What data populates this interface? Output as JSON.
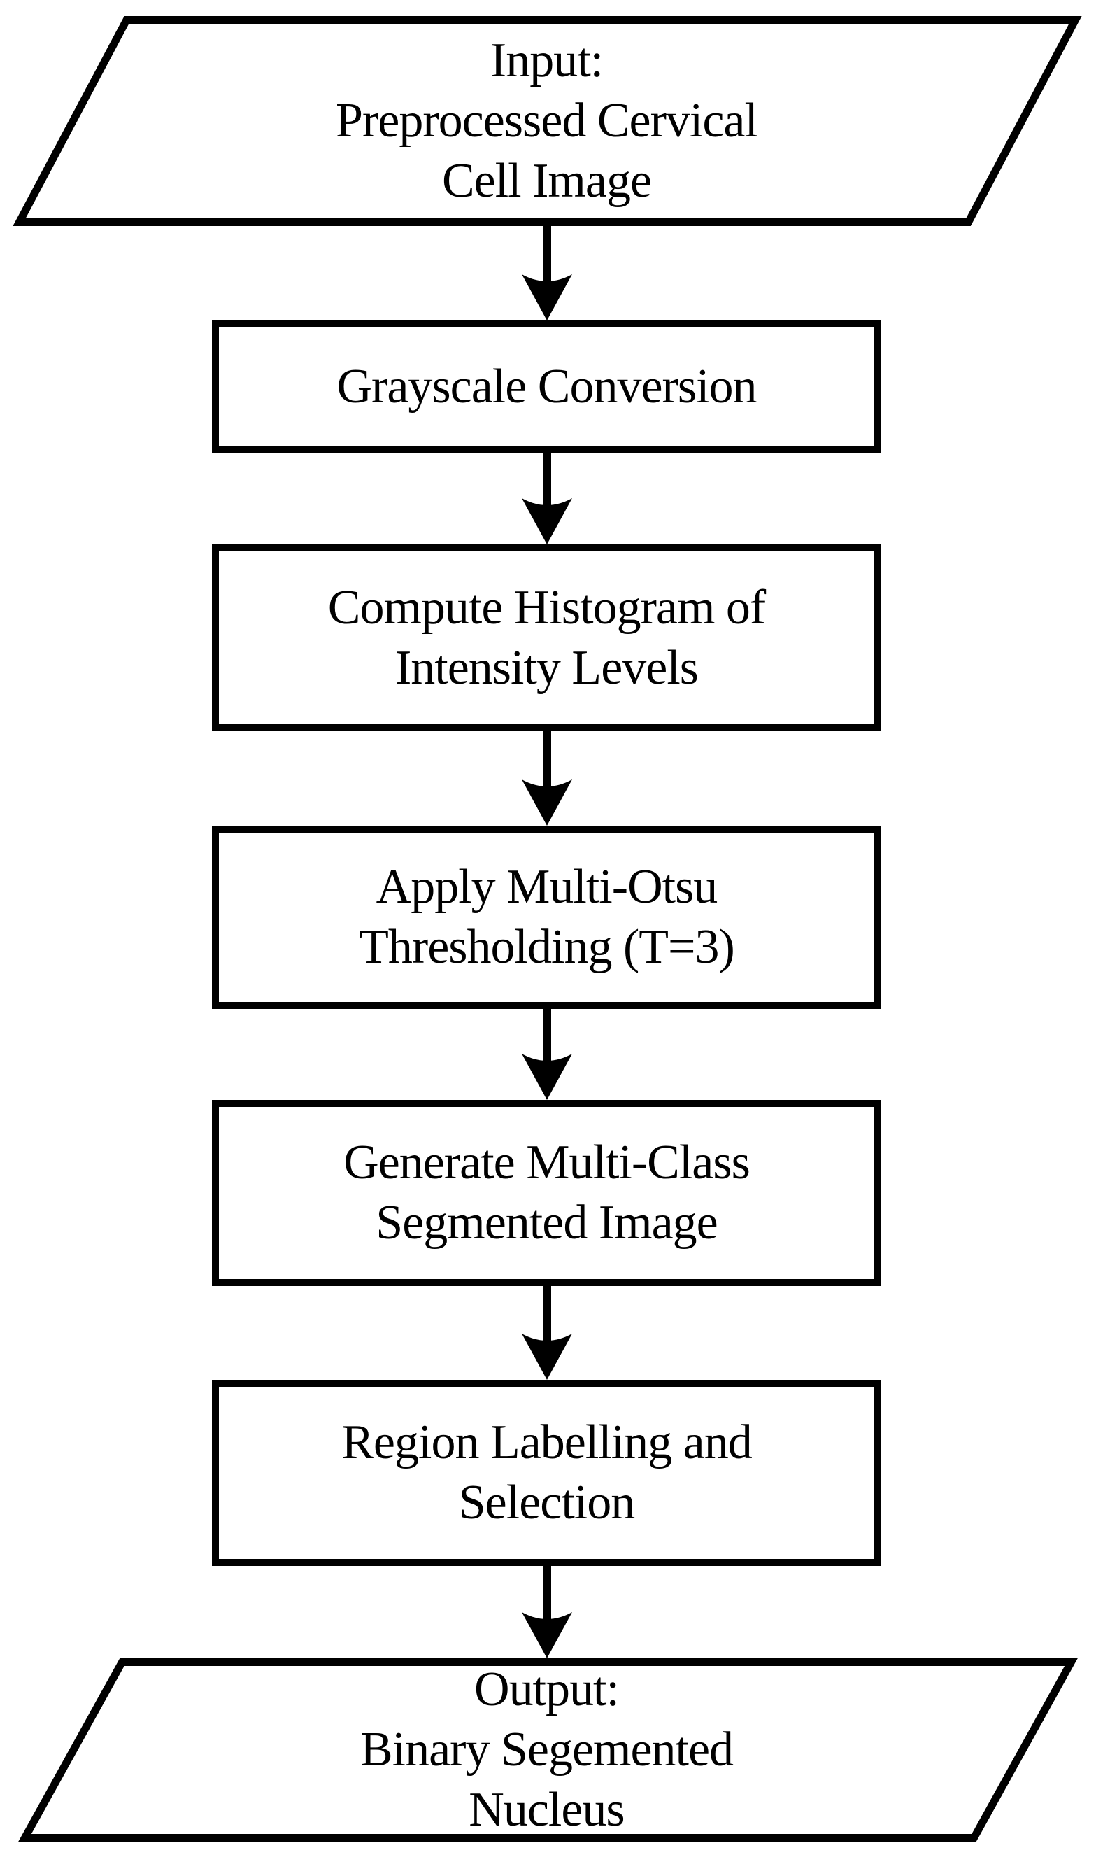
{
  "page": {
    "background_color": "#ffffff"
  },
  "diagram": {
    "type": "flowchart",
    "direction": "top-down",
    "colors": {
      "shape_fill": "#ffffff",
      "shape_stroke": "#000000",
      "arrow": "#000000",
      "text": "#000000"
    },
    "nodes": [
      {
        "id": "input",
        "shape": "parallelogram",
        "role": "input",
        "lines": [
          "Input:",
          "Preprocessed Cervical",
          "Cell Image"
        ]
      },
      {
        "id": "grayscale",
        "shape": "rectangle",
        "role": "process",
        "lines": [
          "Grayscale Conversion"
        ]
      },
      {
        "id": "histogram",
        "shape": "rectangle",
        "role": "process",
        "lines": [
          "Compute Histogram of",
          "Intensity Levels"
        ]
      },
      {
        "id": "multiotsu",
        "shape": "rectangle",
        "role": "process",
        "lines": [
          "Apply Multi-Otsu",
          "Thresholding (T=3)"
        ]
      },
      {
        "id": "multiclass",
        "shape": "rectangle",
        "role": "process",
        "lines": [
          "Generate Multi-Class",
          "Segmented Image"
        ]
      },
      {
        "id": "labelling",
        "shape": "rectangle",
        "role": "process",
        "lines": [
          "Region Labelling and",
          "Selection"
        ]
      },
      {
        "id": "output",
        "shape": "parallelogram",
        "role": "output",
        "lines": [
          "Output:",
          "Binary Segemented",
          "Nucleus"
        ]
      }
    ],
    "edges": [
      {
        "from": "input",
        "to": "grayscale"
      },
      {
        "from": "grayscale",
        "to": "histogram"
      },
      {
        "from": "histogram",
        "to": "multiotsu"
      },
      {
        "from": "multiotsu",
        "to": "multiclass"
      },
      {
        "from": "multiclass",
        "to": "labelling"
      },
      {
        "from": "labelling",
        "to": "output"
      }
    ]
  }
}
